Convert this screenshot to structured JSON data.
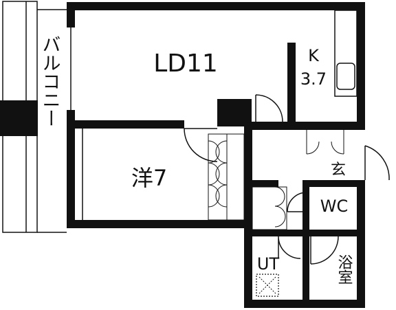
{
  "rooms": {
    "ld": {
      "name": "LD11"
    },
    "kitchen": {
      "name": "K",
      "size": "3.7"
    },
    "western": {
      "name": "洋7"
    },
    "entrance": {
      "name": "玄"
    },
    "wc": {
      "name": "WC"
    },
    "ut": {
      "name": "UT"
    },
    "bath": {
      "name": "浴室"
    },
    "balcony": {
      "name": "バルコニー"
    }
  }
}
